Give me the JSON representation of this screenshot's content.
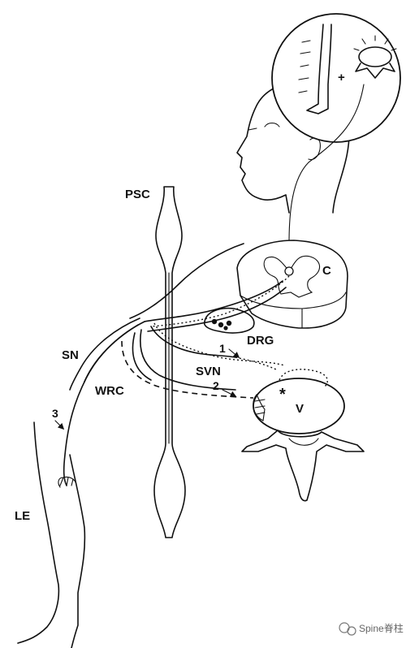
{
  "labels": {
    "psc": "PSC",
    "c": "C",
    "drg": "DRG",
    "sn": "SN",
    "svn": "SVN",
    "wrc": "WRC",
    "v": "V",
    "le": "LE",
    "path1": "1",
    "path2": "2",
    "path3": "3",
    "plus": "+",
    "asterisk": "*"
  },
  "watermark": {
    "text": "Spine脊柱"
  }
}
